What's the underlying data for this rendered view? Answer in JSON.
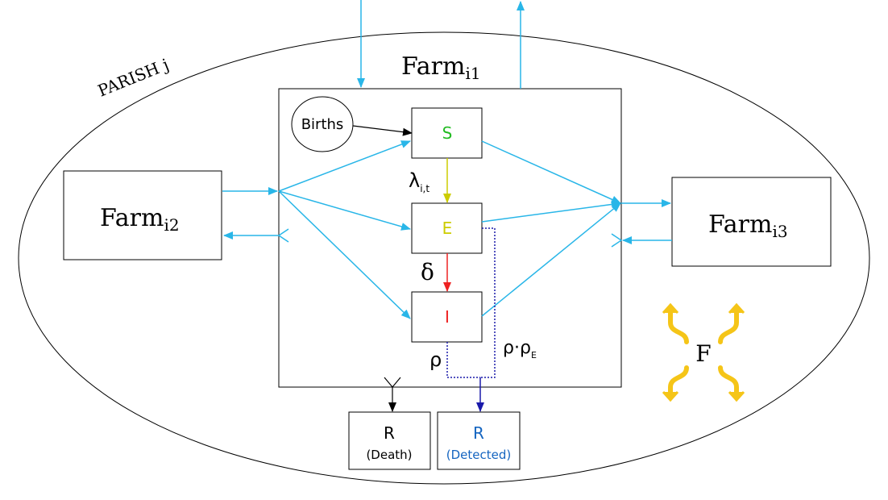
{
  "parish_label": "PARISH j",
  "farms": {
    "main": {
      "base": "Farm",
      "sub": "i1"
    },
    "left": {
      "base": "Farm",
      "sub": "i2"
    },
    "right": {
      "base": "Farm",
      "sub": "i3"
    }
  },
  "births_label": "Births",
  "compartments": {
    "S": "S",
    "E": "E",
    "I": "I"
  },
  "rates": {
    "lambda": "λ",
    "lambda_sub": "i,t",
    "delta": "δ",
    "rho": "ρ",
    "rho_detect": "ρ·ρ",
    "rho_detect_sub": "E"
  },
  "outcomes": {
    "death": {
      "title": "R",
      "label": "(Death)"
    },
    "detected": {
      "title": "R",
      "label": "(Detected)"
    }
  },
  "fomite_symbol": "F",
  "colors": {
    "flow": "#29b6e8",
    "S": "#22bb22",
    "E": "#cccc00",
    "I": "#ee2222",
    "detected": "#1565c0",
    "detect_line": "#1a1aaa",
    "fomite": "#f5c518",
    "line": "#000000"
  }
}
